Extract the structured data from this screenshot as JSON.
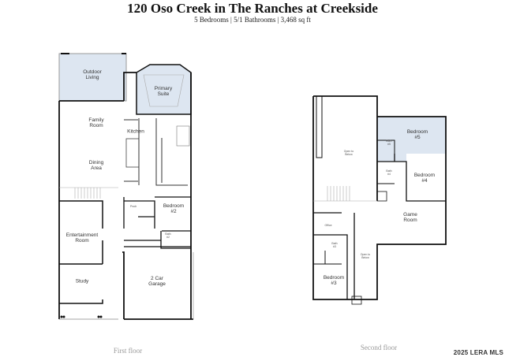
{
  "header": {
    "title": "120 Oso Creek in The Ranches at Creekside",
    "subtitle": "5 Bedrooms | 5/1 Bathrooms | 3,468 sq ft"
  },
  "colors": {
    "room_highlight": "#dde6f1",
    "wall": "#111111"
  },
  "first_floor": {
    "label": "First floor",
    "rooms": {
      "outdoor_living": "Outdoor\nLiving",
      "primary_suite": "Primary\nSuite",
      "family_room": "Family\nRoom",
      "kitchen": "Kitchen",
      "dining_area": "Dining\nArea",
      "bedroom_2": "Bedroom\n#2",
      "powder": "Pwdr",
      "bath_2": "Bath\n#2",
      "entertainment_room": "Entertainment\nRoom",
      "study": "Study",
      "garage": "2 Car\nGarage"
    }
  },
  "second_floor": {
    "label": "Second floor",
    "rooms": {
      "open_to_below_1": "Open to\nBelow",
      "bedroom_5": "Bedroom\n#5",
      "bath_5": "Bath\n#5",
      "bath_4": "Bath\n#4",
      "bedroom_4": "Bedroom\n#4",
      "game_room": "Game\nRoom",
      "office": "Office",
      "bath_3": "Bath\n#3",
      "bedroom_3": "Bedroom\n#3",
      "open_to_below_2": "Open to\nBelow"
    }
  },
  "watermark": "2025 LERA MLS"
}
